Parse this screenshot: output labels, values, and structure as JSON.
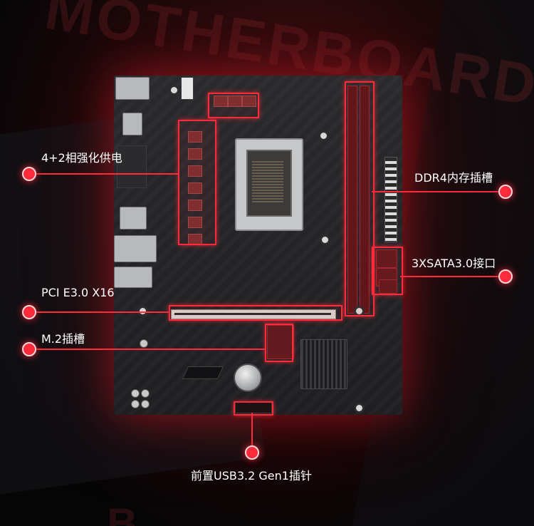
{
  "background": {
    "watermark_top": "MOTHERBOARD",
    "watermark_bottom": "B"
  },
  "callouts": {
    "vrm": "4+2相强化供电",
    "pcie": "PCI E3.0 X16",
    "m2": "M.2插槽",
    "ddr4": "DDR4内存插槽",
    "sata": "3XSATA3.0接口",
    "usb": "前置USB3.2 Gen1插针"
  },
  "colors": {
    "accent": "#ff2a3a",
    "board": "#242427"
  }
}
